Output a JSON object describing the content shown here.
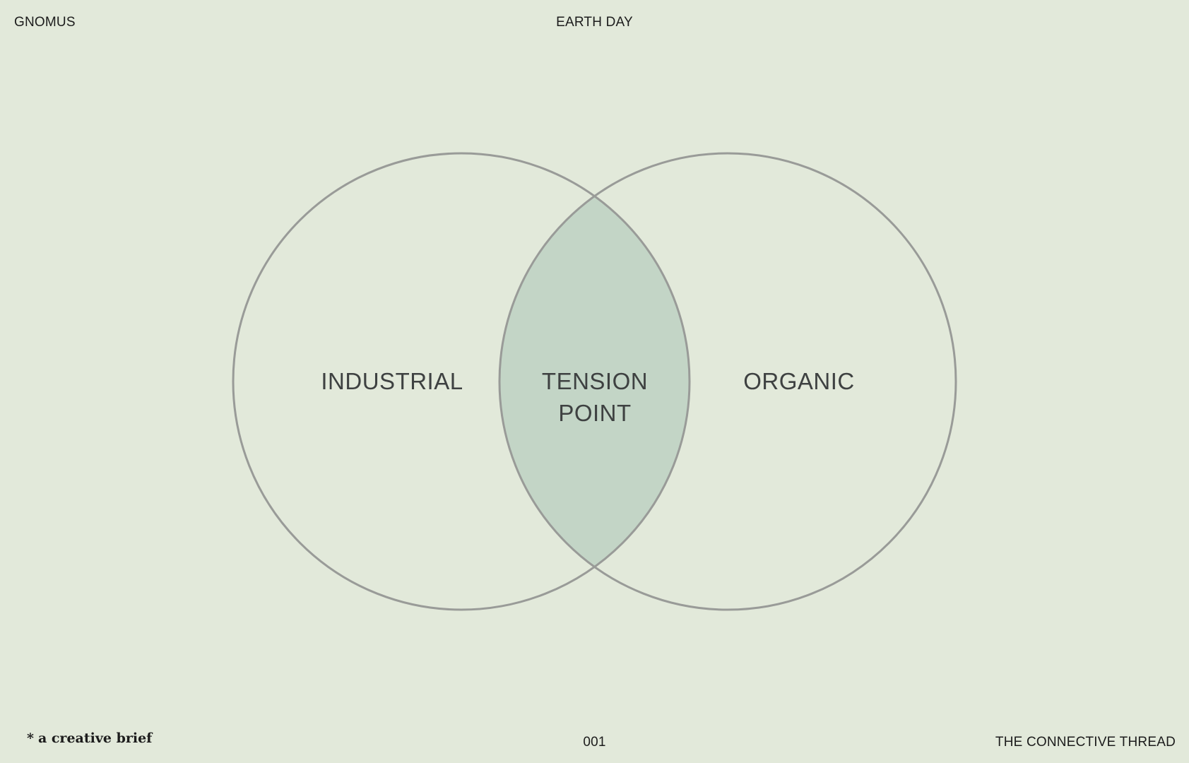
{
  "header": {
    "brand": "GNOMUS",
    "event": "EARTH DAY"
  },
  "diagram": {
    "left_set": "INDUSTRIAL",
    "right_set": "ORGANIC",
    "intersection_line1": "TENSION",
    "intersection_line2": "POINT",
    "outline_color": "#999b98",
    "intersection_fill": "#c3d5c6",
    "background_color": "#e2e9da"
  },
  "footer": {
    "star": "*",
    "brief": "a creative brief",
    "page_number": "001",
    "thread": "THE CONNECTIVE THREAD"
  }
}
